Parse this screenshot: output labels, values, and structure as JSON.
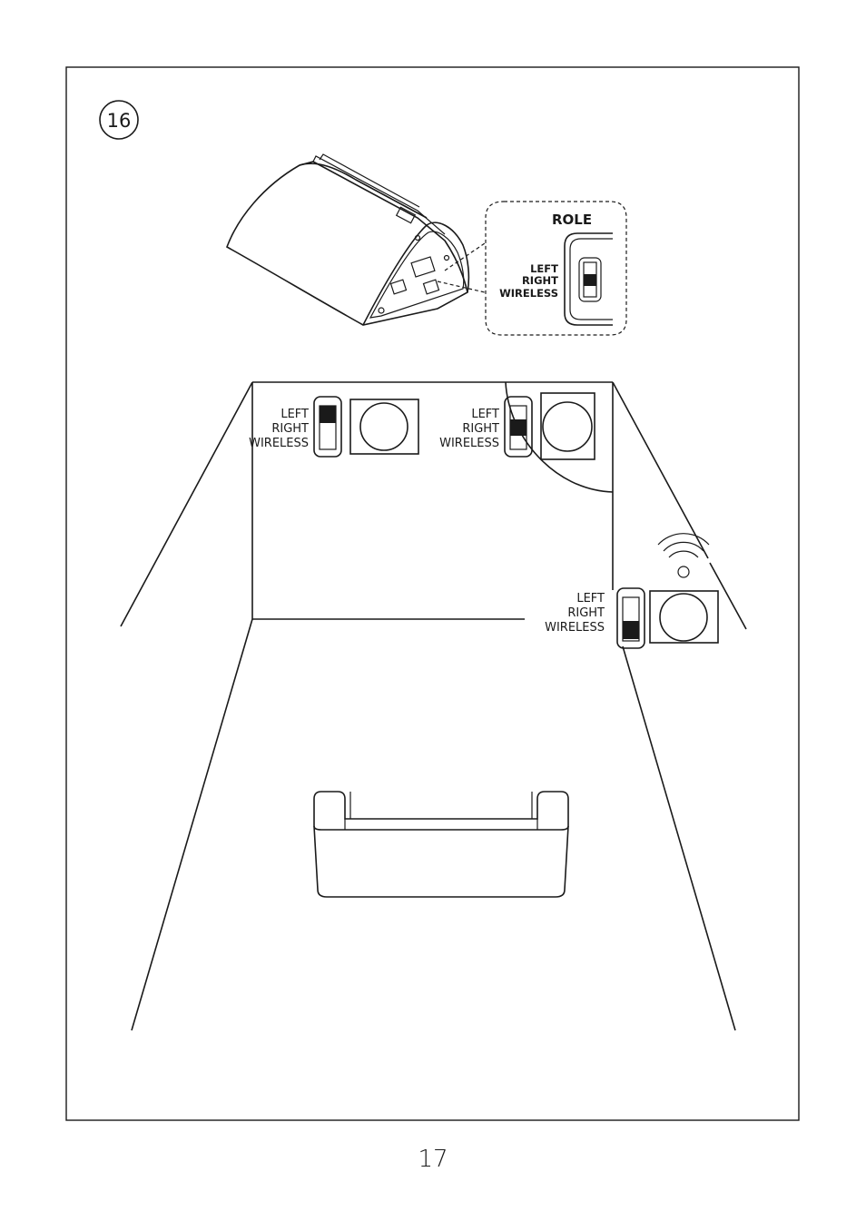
{
  "step_number": "16",
  "page_number": "17",
  "inset": {
    "heading": "ROLE",
    "options": [
      "LEFT",
      "RIGHT",
      "WIRELESS"
    ],
    "selected": "RIGHT"
  },
  "speakers": [
    {
      "id": "left",
      "options": [
        "LEFT",
        "RIGHT",
        "WIRELESS"
      ],
      "selected": "LEFT"
    },
    {
      "id": "right",
      "options": [
        "LEFT",
        "RIGHT",
        "WIRELESS"
      ],
      "selected": "RIGHT"
    },
    {
      "id": "wireless",
      "options": [
        "LEFT",
        "RIGHT",
        "WIRELESS"
      ],
      "selected": "WIRELESS"
    }
  ],
  "icons": [
    "wifi-icon",
    "speaker-icon",
    "sofa-icon",
    "role-switch-icon"
  ]
}
